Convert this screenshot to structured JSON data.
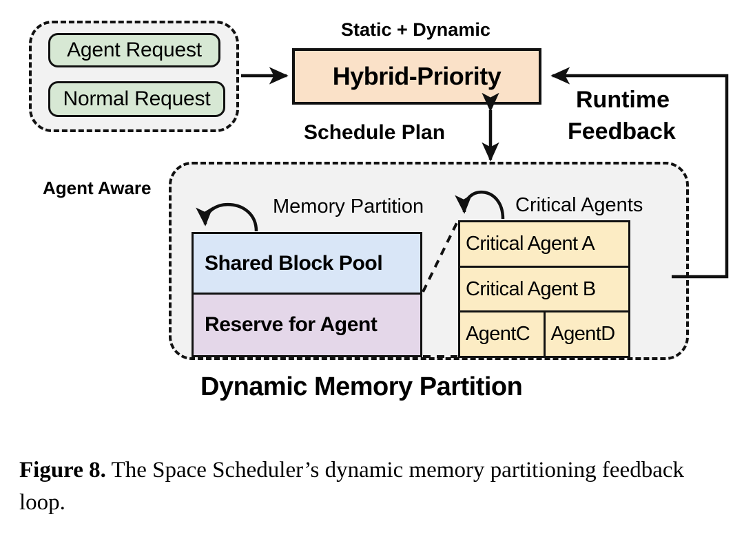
{
  "figure": {
    "caption_label": "Figure 8.",
    "caption_text": " The Space Scheduler’s dynamic memory partitioning feedback loop."
  },
  "request_group": {
    "name": "request-sources",
    "items": [
      {
        "label": "Agent Request"
      },
      {
        "label": "Normal Request"
      }
    ]
  },
  "scheduler": {
    "top_label": "Static + Dynamic",
    "box_label": "Hybrid-Priority"
  },
  "edges": {
    "requests_to_scheduler": "",
    "schedule_plan": "Schedule Plan",
    "runtime_feedback_line1": "Runtime",
    "runtime_feedback_line2": "Feedback"
  },
  "partition_group": {
    "outer_label": "Agent Aware",
    "bottom_label": "Dynamic Memory Partition",
    "memory_loop_label": "Memory Partition",
    "critical_loop_label": "Critical Agents",
    "memory_rows": [
      {
        "label": "Shared Block Pool",
        "color": "#d9e6f7"
      },
      {
        "label": "Reserve for Agent",
        "color": "#e4d7e9"
      }
    ],
    "agent_rows": [
      {
        "cells": [
          "Critical Agent A"
        ]
      },
      {
        "cells": [
          "Critical Agent B"
        ]
      },
      {
        "cells": [
          "AgentC",
          "AgentD"
        ]
      }
    ]
  },
  "colors": {
    "request_fill": "#d7e8d4",
    "scheduler_fill": "#fae1c8",
    "shared_pool_fill": "#d9e6f7",
    "reserve_fill": "#e4d7e9",
    "agent_fill": "#fcecc4",
    "group_fill": "#f2f2f2",
    "stroke": "#111111"
  }
}
